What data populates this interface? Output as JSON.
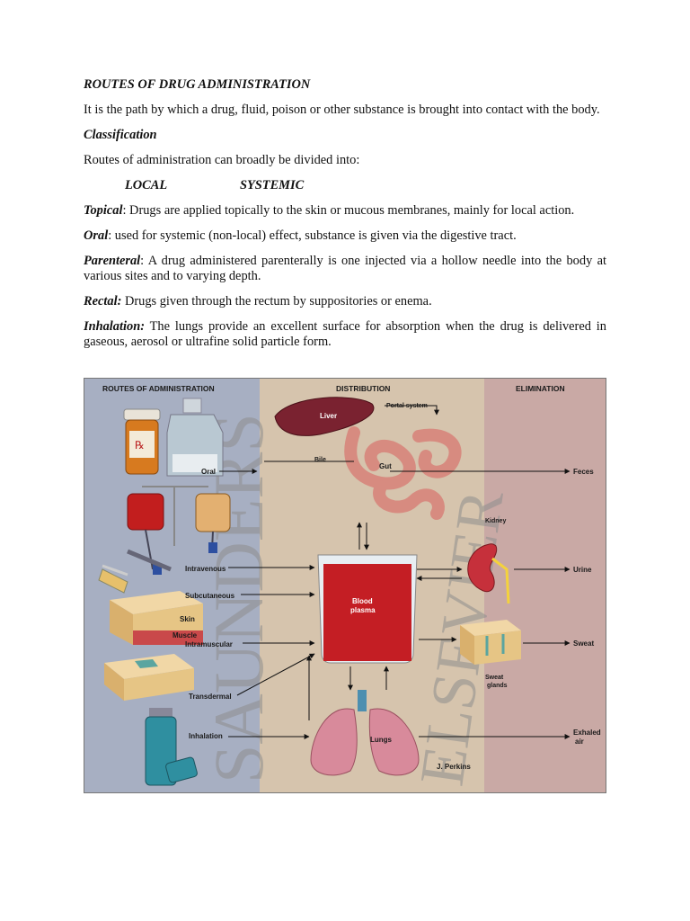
{
  "document": {
    "title": "ROUTES OF DRUG ADMINISTRATION",
    "intro": "It is the path by which a drug, fluid, poison or other substance is brought into contact with the body.",
    "classification_heading": "Classification",
    "division_text": "Routes of administration can broadly be divided into:",
    "division_local": "LOCAL",
    "division_systemic": "SYSTEMIC",
    "routes": [
      {
        "label": "Topical",
        "sep": ":",
        "text": " Drugs are applied topically to the skin or mucous membranes, mainly for local action."
      },
      {
        "label": "Oral",
        "sep": ":",
        "text": " used for systemic (non-local) effect, substance is given via the digestive tract."
      },
      {
        "label": "Parenteral",
        "sep": ":",
        "text": " A drug administered parenterally is one injected via a hollow needle into the body at various sites and to varying depth."
      },
      {
        "label": "Rectal:",
        "sep": "",
        "text": " Drugs given through the rectum by suppositories or enema."
      },
      {
        "label": "Inhalation:",
        "sep": "",
        "text": " The lungs provide an excellent surface for absorption when the drug is delivered in gaseous, aerosol or ultrafine solid particle form."
      }
    ]
  },
  "figure": {
    "col_admin": "ROUTES OF ADMINISTRATION",
    "col_distribution": "DISTRIBUTION",
    "col_elimination": "ELIMINATION",
    "routes": {
      "oral": "Oral",
      "intravenous": "Intravenous",
      "subcutaneous": "Subcutaneous",
      "intramuscular": "Intramuscular",
      "transdermal": "Transdermal",
      "inhalation": "Inhalation"
    },
    "layers": {
      "skin": "Skin",
      "muscle": "Muscle"
    },
    "organs": {
      "liver": "Liver",
      "portal": "Portal system",
      "bile": "Bile",
      "gut": "Gut",
      "blood_1": "Blood",
      "blood_2": "plasma",
      "lungs": "Lungs",
      "kidney": "Kidney",
      "sweat_glands_1": "Sweat",
      "sweat_glands_2": "glands"
    },
    "outputs": {
      "feces": "Feces",
      "urine": "Urine",
      "sweat": "Sweat",
      "exhaled_1": "Exhaled",
      "exhaled_2": "air"
    },
    "rx_mark": "℞",
    "credit": "J. Perkins",
    "watermark_1": "SAUNDERS",
    "watermark_2": "ELSEVIER",
    "colors": {
      "panel_left": "#a7afc2",
      "panel_mid": "#d6c4ad",
      "panel_right": "#c9a9a5"
    }
  }
}
